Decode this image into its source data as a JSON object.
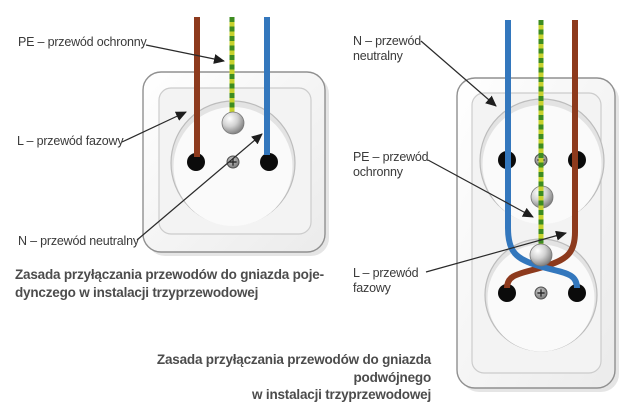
{
  "colors": {
    "wire_l_brown": "#8d3a1d",
    "wire_n_blue": "#3377bd",
    "wire_pe_yellow": "#c7d22e",
    "wire_pe_green": "#3d8c20",
    "hole_black": "#0b0b0b",
    "arrow": "#2a2a2a",
    "caption_text": "#4c4c4c",
    "label_text": "#3a3a3a"
  },
  "left_diagram": {
    "label_pe": "PE – przewód ochronny",
    "label_l": "L – przewód fazowy",
    "label_n": "N – przewód neutralny",
    "caption": "Zasada przyłączania przewodów do gniazda poje-\ndynczego w instalacji trzyprzewodowej"
  },
  "right_diagram": {
    "label_n": "N – przewód\nneutralny",
    "label_pe": "PE – przewód\nochronny",
    "label_l": "L – przewód\nfazowy",
    "caption": "Zasada przyłączania przewodów do gniazda podwójnego\nw instalacji trzyprzewodowej"
  }
}
